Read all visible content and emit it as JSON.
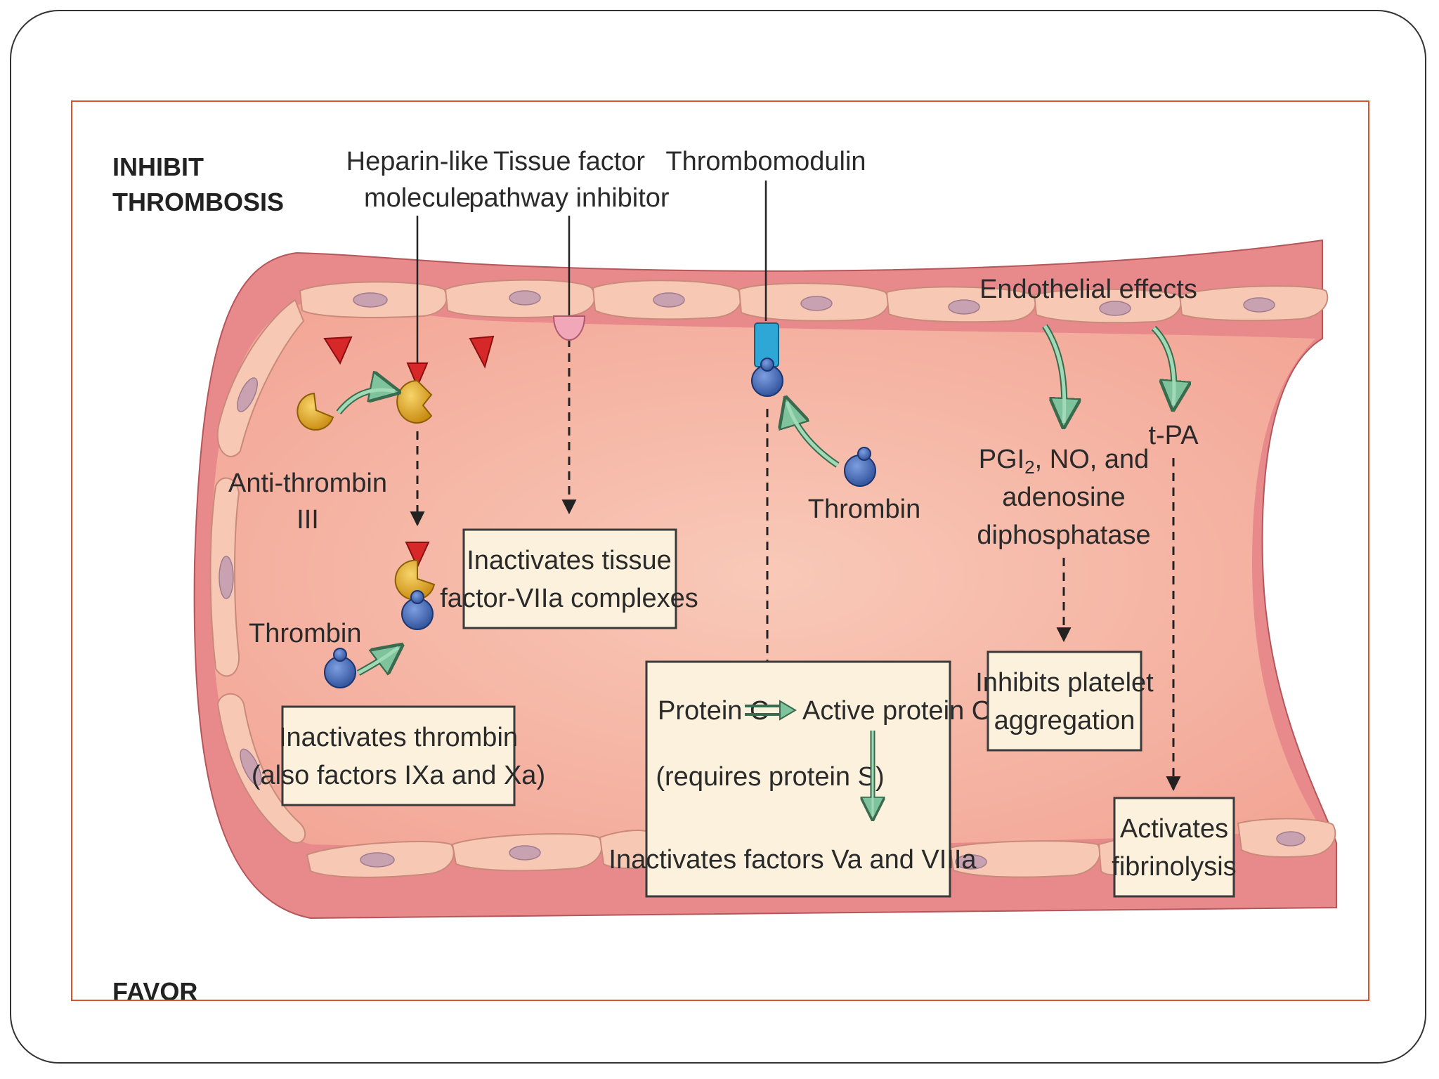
{
  "header": {
    "line1": "INHIBIT",
    "line2": "THROMBOSIS"
  },
  "footer": {
    "label": "FAVOR"
  },
  "labels": {
    "heparin_1": "Heparin-like",
    "heparin_2": "molecule",
    "tfpi_1": "Tissue factor",
    "tfpi_2": "pathway inhibitor",
    "thrombomodulin": "Thrombomodulin",
    "endothelial": "Endothelial effects",
    "antithrombin_1": "Anti-thrombin",
    "antithrombin_2": "III",
    "thrombin_left": "Thrombin",
    "thrombin_mid": "Thrombin",
    "tpa": "t-PA",
    "pgi_a": "PGI",
    "pgi_sub": "2",
    "pgi_b": ", NO, and",
    "pgi_2": "adenosine",
    "pgi_3": "diphosphatase"
  },
  "boxes": {
    "tissue_factor": {
      "line1": "Inactivates tissue",
      "line2": "factor-VIIa complexes"
    },
    "thrombin": {
      "line1": "Inactivates thrombin",
      "line2": "(also factors IXa and Xa)"
    },
    "protein_c": {
      "protein_c": "Protein C",
      "active": "Active protein C",
      "requires": "(requires protein S)",
      "inactivates": "Inactivates factors Va and VIIIa"
    },
    "platelet": {
      "line1": "Inhibits platelet",
      "line2": "aggregation"
    },
    "fibrinolysis": {
      "line1": "Activates",
      "line2": "fibrinolysis"
    }
  },
  "colors": {
    "vessel_outer": "#e8888a",
    "lumen": "#f5b5a5",
    "endothelial_cell": "#f7c9b5",
    "nucleus": "#c9a2b2",
    "box_fill": "#fbf1dc",
    "antithrombin": "#e3a520",
    "thrombin": "#3f66b0",
    "heparin": "#d62828",
    "thrombomodulin": "#2ea7d6",
    "arrow_green": "#7fc39c",
    "frame": "#d9532b"
  },
  "icons": [
    "antithrombin-icon",
    "thrombin-icon",
    "heparin-triangle-icon",
    "thrombomodulin-icon",
    "tfpi-icon",
    "endothelial-cell-icon"
  ]
}
